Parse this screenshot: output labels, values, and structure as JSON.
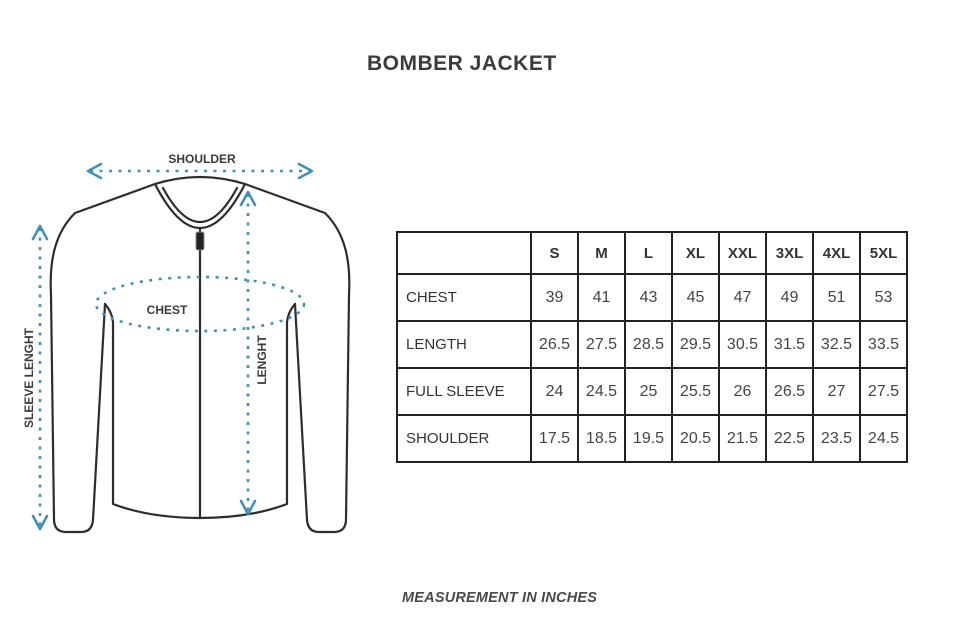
{
  "title": "BOMBER JACKET",
  "footer": "MEASUREMENT IN INCHES",
  "diagram": {
    "labels": {
      "shoulder": "SHOULDER",
      "chest": "CHEST",
      "length": "LENGHT",
      "sleeve_length": "SLEEVE LENGHT"
    }
  },
  "size_chart": {
    "corner": "",
    "columns": [
      "S",
      "M",
      "L",
      "XL",
      "XXL",
      "3XL",
      "4XL",
      "5XL"
    ],
    "rows": [
      {
        "label": "CHEST",
        "values": [
          "39",
          "41",
          "43",
          "45",
          "47",
          "49",
          "51",
          "53"
        ]
      },
      {
        "label": "LENGTH",
        "values": [
          "26.5",
          "27.5",
          "28.5",
          "29.5",
          "30.5",
          "31.5",
          "32.5",
          "33.5"
        ]
      },
      {
        "label": "FULL SLEEVE",
        "values": [
          "24",
          "24.5",
          "25",
          "25.5",
          "26",
          "26.5",
          "27",
          "27.5"
        ]
      },
      {
        "label": "SHOULDER",
        "values": [
          "17.5",
          "18.5",
          "19.5",
          "20.5",
          "21.5",
          "22.5",
          "23.5",
          "24.5"
        ]
      }
    ]
  },
  "colors": {
    "arrow": "#4192b4",
    "outline": "#2d2d2d",
    "ink": "#3a3a3a"
  }
}
